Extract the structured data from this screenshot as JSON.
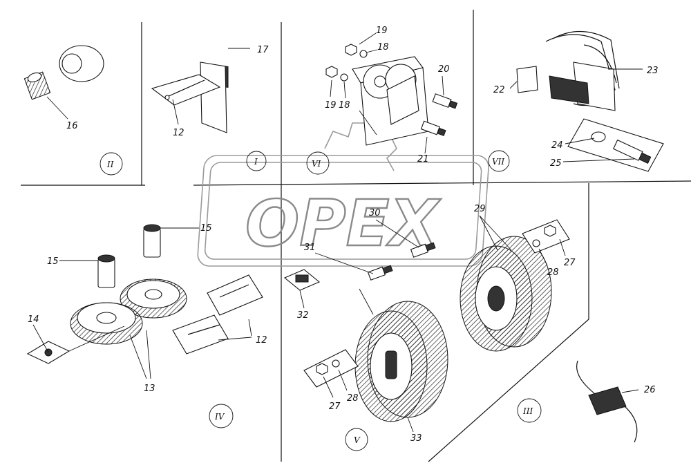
{
  "watermark": {
    "text": "OPEX"
  },
  "sections": {
    "s1": "I",
    "s2": "II",
    "s3": "III",
    "s4": "IV",
    "s5": "V",
    "s6": "VI",
    "s7": "VII"
  },
  "callouts": {
    "c12a": "12",
    "c12b": "12",
    "c13": "13",
    "c14": "14",
    "c15a": "15",
    "c15b": "15",
    "c16": "16",
    "c17": "17",
    "c18a": "18",
    "c18b": "18",
    "c19a": "19",
    "c19b": "19",
    "c20": "20",
    "c21": "21",
    "c22": "22",
    "c23": "23",
    "c24": "24",
    "c25": "25",
    "c26": "26",
    "c27a": "27",
    "c27b": "27",
    "c28a": "28",
    "c28b": "28",
    "c29": "29",
    "c30": "30",
    "c31": "31",
    "c32": "32",
    "c33": "33"
  }
}
